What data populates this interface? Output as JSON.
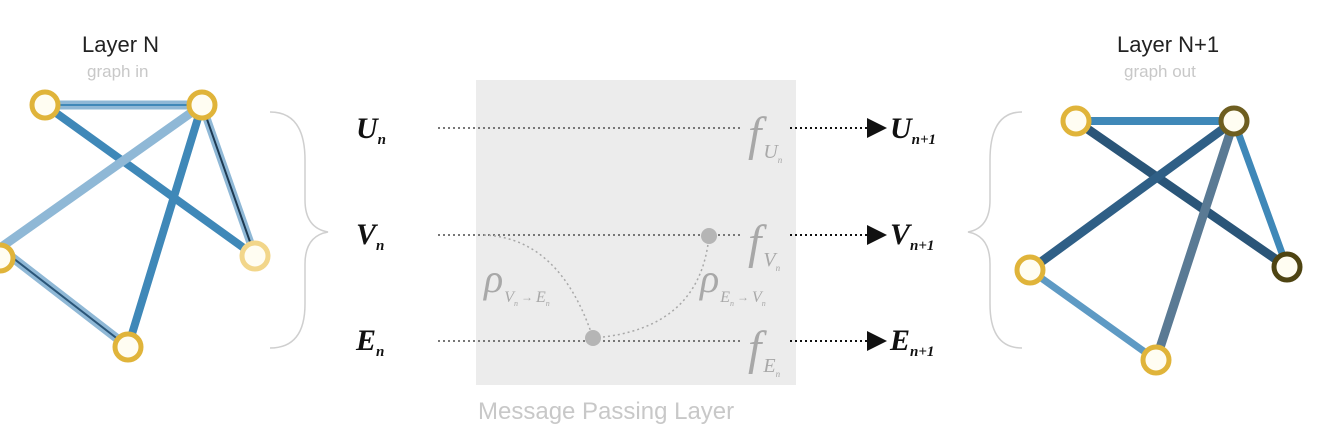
{
  "left_graph": {
    "title": "Layer N",
    "subtitle": "graph in"
  },
  "right_graph": {
    "title": "Layer N+1",
    "subtitle": "graph out"
  },
  "layer": {
    "caption": "Message Passing Layer"
  },
  "inputs": {
    "u": "U",
    "u_sub": "n",
    "v": "V",
    "v_sub": "n",
    "e": "E",
    "e_sub": "n"
  },
  "outputs": {
    "u": "U",
    "u_sub": "n+1",
    "v": "V",
    "v_sub": "n+1",
    "e": "E",
    "e_sub": "n+1"
  },
  "functions": {
    "f": "f",
    "fu_sub": "U",
    "fu_subsub": "n",
    "fv_sub": "V",
    "fv_subsub": "n",
    "fe_sub": "E",
    "fe_subsub": "n",
    "rho": "ρ",
    "rho_ve_sub1": "V",
    "rho_ve_sub1_sub": "n",
    "rho_ve_arrow": "→",
    "rho_ve_sub2": "E",
    "rho_ve_sub2_sub": "n",
    "rho_ev_sub1": "E",
    "rho_ev_sub1_sub": "n",
    "rho_ev_arrow": "→",
    "rho_ev_sub2": "V",
    "rho_ev_sub2_sub": "n"
  },
  "colors": {
    "node_stroke": "#e0b43a",
    "edge_light": "#8fb8d6",
    "edge_mid": "#3f88b8",
    "edge_dark": "#2a5578",
    "node_dark": "#5a4a18",
    "panel": "#ececec",
    "faded": "#b5b5b5"
  }
}
